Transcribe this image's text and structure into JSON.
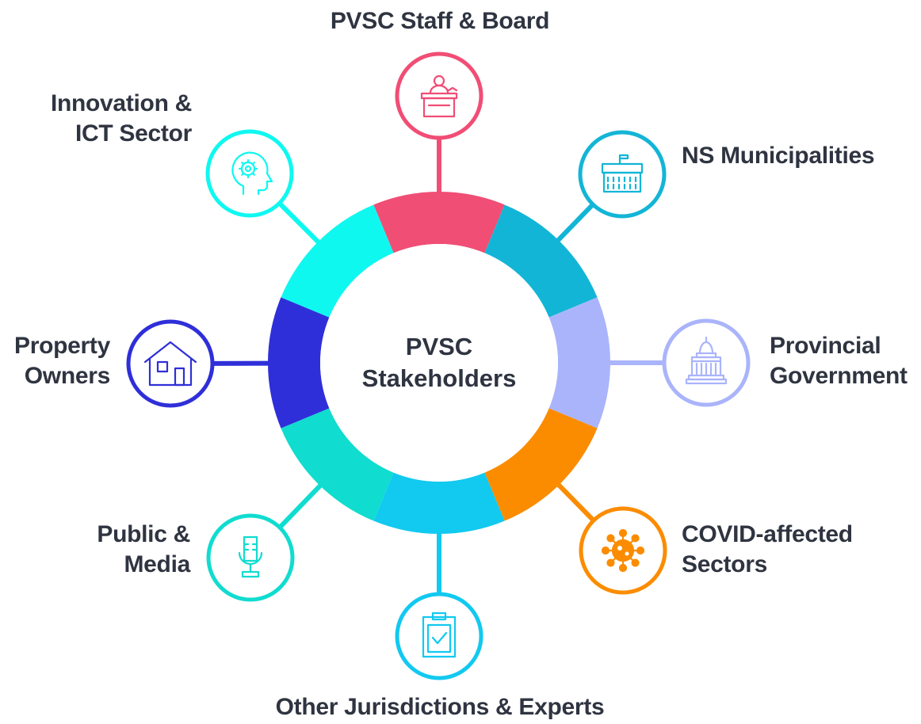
{
  "center": {
    "line1": "PVSC",
    "line2": "Stakeholders"
  },
  "stakeholders": [
    {
      "id": "staff-board",
      "lines": [
        "PVSC Staff & Board"
      ],
      "color": "#f04e75",
      "icon": "presenter-icon"
    },
    {
      "id": "municipalities",
      "lines": [
        "NS Municipalities"
      ],
      "color": "#13b5d6",
      "icon": "town-hall-icon"
    },
    {
      "id": "provincial",
      "lines": [
        "Provincial",
        "Government"
      ],
      "color": "#aab4fb",
      "icon": "capitol-icon"
    },
    {
      "id": "covid",
      "lines": [
        "COVID-affected",
        "Sectors"
      ],
      "color": "#fb8c00",
      "icon": "virus-icon"
    },
    {
      "id": "jurisdictions",
      "lines": [
        "Other Jurisdictions & Experts"
      ],
      "color": "#12c9f0",
      "icon": "clipboard-check-icon"
    },
    {
      "id": "public-media",
      "lines": [
        "Public &",
        "Media"
      ],
      "color": "#10dccf",
      "icon": "microphone-icon"
    },
    {
      "id": "property-owners",
      "lines": [
        "Property",
        "Owners"
      ],
      "color": "#2f2fd9",
      "icon": "house-icon"
    },
    {
      "id": "innovation",
      "lines": [
        "Innovation &",
        "ICT Sector"
      ],
      "color": "#0ff8f0",
      "icon": "head-gear-icon"
    }
  ]
}
